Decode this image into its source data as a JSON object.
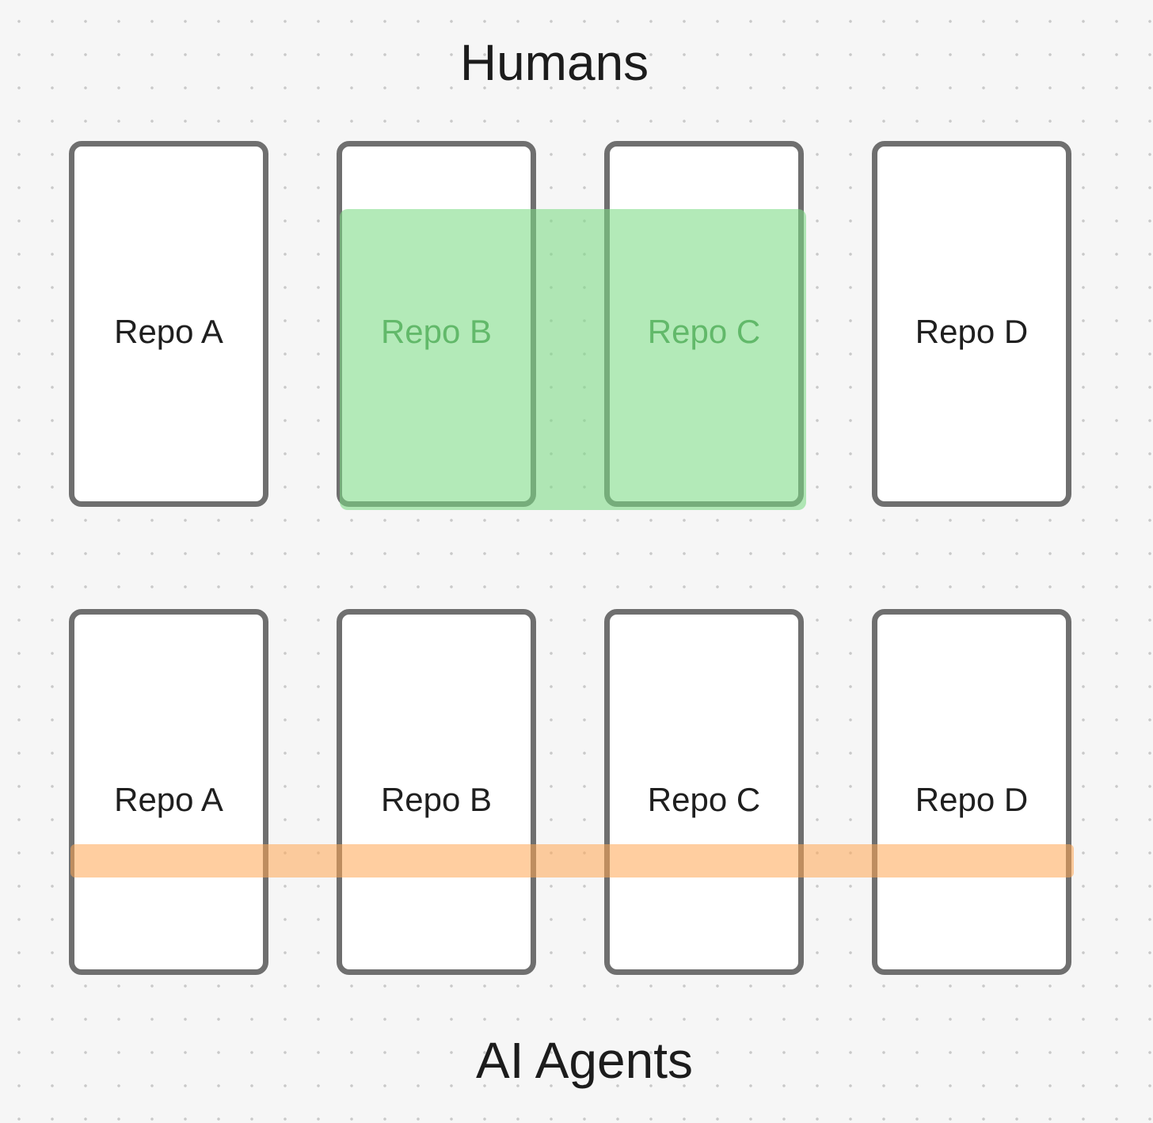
{
  "titles": {
    "top": "Humans",
    "bottom": "AI Agents"
  },
  "rows": {
    "humans": {
      "repos": [
        {
          "label": "Repo A",
          "highlighted": false
        },
        {
          "label": "Repo B",
          "highlighted": true
        },
        {
          "label": "Repo C",
          "highlighted": true
        },
        {
          "label": "Repo D",
          "highlighted": false
        }
      ]
    },
    "agents": {
      "repos": [
        {
          "label": "Repo A"
        },
        {
          "label": "Repo B"
        },
        {
          "label": "Repo C"
        },
        {
          "label": "Repo D"
        }
      ]
    }
  },
  "colors": {
    "human_scope": "#7cdb84",
    "agent_scope": "#ffa652",
    "border": "#6f6f6f"
  }
}
